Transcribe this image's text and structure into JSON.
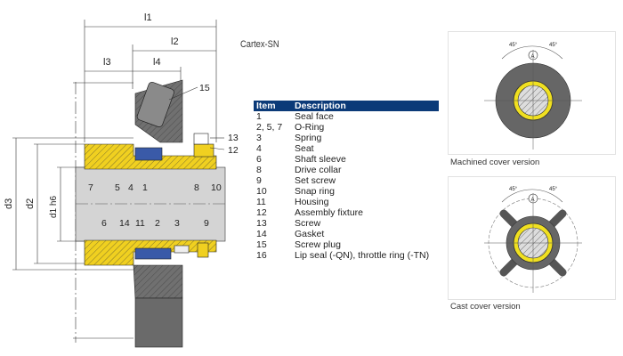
{
  "title": "Cartex-SN",
  "dimensions": {
    "l1": "l1",
    "l2": "l2",
    "l3": "l3",
    "l4": "l4",
    "d1": "d1 h6",
    "d2": "d2",
    "d3": "d3"
  },
  "callouts": {
    "top": [
      "15",
      "13",
      "12",
      "7",
      "5",
      "4",
      "1",
      "8",
      "10"
    ],
    "bottom": [
      "6",
      "14",
      "11",
      "2",
      "3",
      "9"
    ]
  },
  "table": {
    "headers": [
      "Item",
      "Description"
    ],
    "rows": [
      [
        "1",
        "Seal face"
      ],
      [
        "2, 5, 7",
        "O-Ring"
      ],
      [
        "3",
        "Spring"
      ],
      [
        "4",
        "Seat"
      ],
      [
        "6",
        "Shaft sleeve"
      ],
      [
        "8",
        "Drive collar"
      ],
      [
        "9",
        "Set screw"
      ],
      [
        "10",
        "Snap ring"
      ],
      [
        "11",
        "Housing"
      ],
      [
        "12",
        "Assembly fixture"
      ],
      [
        "13",
        "Screw"
      ],
      [
        "14",
        "Gasket"
      ],
      [
        "15",
        "Screw plug"
      ],
      [
        "16",
        "Lip seal (-QN), throttle ring (-TN)"
      ]
    ]
  },
  "panels": {
    "machined_caption": "Machined cover version",
    "cast_caption": "Cast cover version",
    "angle": "45°",
    "marker": "A"
  },
  "colors": {
    "header": "#0b3a78",
    "sleeve": "#f0d020",
    "face": "#3a5aa8",
    "housing": "#707070",
    "shaft": "#d4d4d4"
  }
}
